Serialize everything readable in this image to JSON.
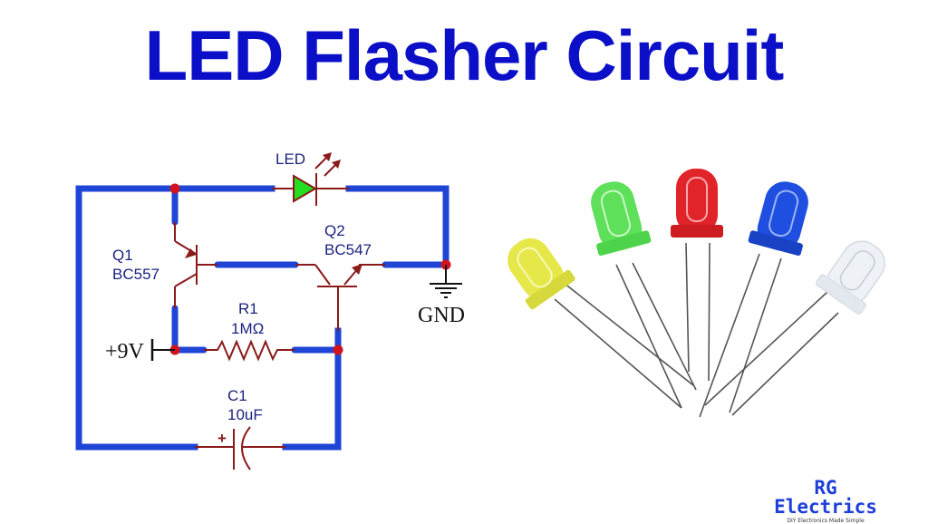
{
  "title": "LED Flasher Circuit",
  "schematic": {
    "led_label": "LED",
    "q1": {
      "ref": "Q1",
      "part": "BC557"
    },
    "q2": {
      "ref": "Q2",
      "part": "BC547"
    },
    "r1": {
      "ref": "R1",
      "value": "1MΩ"
    },
    "c1": {
      "ref": "C1",
      "value": "10uF",
      "polarity": "+"
    },
    "supply_label": "+9V",
    "ground_label": "GND"
  },
  "photo": {
    "leds": [
      {
        "color_name": "yellow",
        "color": "#e6e84a"
      },
      {
        "color_name": "green",
        "color": "#5ee05a"
      },
      {
        "color_name": "red",
        "color": "#e0242a"
      },
      {
        "color_name": "blue",
        "color": "#1f4fe0"
      },
      {
        "color_name": "clear",
        "color": "#eef2f6"
      }
    ]
  },
  "logo": {
    "name": "RG Electrics",
    "tagline": "DIY Electronics Made Simple"
  },
  "colors": {
    "title": "#0b0fc8",
    "wire": "#1f45d6",
    "component": "#8b1a1a",
    "junction": "#d2121c"
  }
}
